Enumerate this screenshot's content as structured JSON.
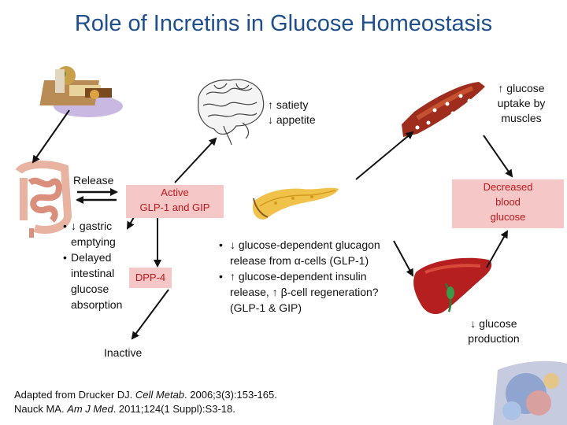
{
  "title": "Role of Incretins in Glucose Homeostasis",
  "brain_effects": [
    "↑ satiety",
    "↓ appetite"
  ],
  "muscle_effect": [
    "↑ glucose",
    "uptake by",
    "muscles"
  ],
  "gut": {
    "release_label": "Release",
    "effects": [
      {
        "bullet": "•",
        "lines": [
          "↓ gastric",
          "emptying"
        ]
      },
      {
        "bullet": "•",
        "lines": [
          "Delayed",
          "intestinal",
          "glucose",
          "absorption"
        ]
      }
    ],
    "inactive_label": "Inactive"
  },
  "active_box": [
    "Active",
    "GLP-1 and GIP"
  ],
  "dpp4_label": "DPP-4",
  "blood_box": [
    "Decreased",
    "blood",
    "glucose"
  ],
  "pancreas_effects": [
    {
      "bullet": "•",
      "text": "↓ glucose-dependent glucagon release from α-cells (GLP-1)"
    },
    {
      "bullet": "•",
      "text": "↑ glucose-dependent insulin release, ↑ β-cell regeneration? (GLP-1 & GIP)"
    }
  ],
  "liver_effect": [
    "↓ glucose",
    "production"
  ],
  "references": [
    {
      "pre": "Adapted from Drucker DJ. ",
      "journal": "Cell Metab",
      "post": ". 2006;3(3):153-165."
    },
    {
      "pre": "Nauck MA. ",
      "journal": "Am J Med",
      "post": ". 2011;124(1 Suppl):S3-18."
    }
  ],
  "colors": {
    "title": "#1f4e8c",
    "box_fill": "#f6c7c7",
    "box_text": "#c0181b",
    "arrow": "#111111"
  },
  "icons": [
    "food-plate-icon",
    "brain-icon",
    "muscle-icon",
    "intestine-icon",
    "pancreas-icon",
    "liver-icon",
    "abstract-art-icon"
  ]
}
